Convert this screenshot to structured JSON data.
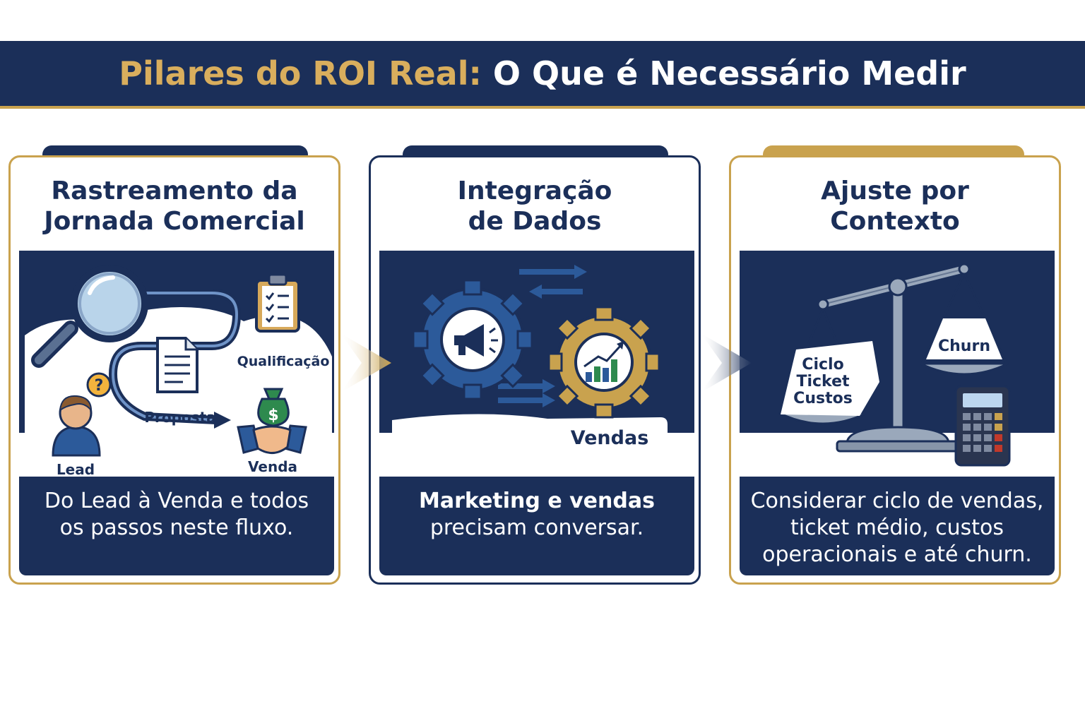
{
  "header": {
    "title_highlight": "Pilares do ROI Real:",
    "title_rest": " O Que é Necessário Medir"
  },
  "colors": {
    "navy": "#1b2f59",
    "gold": "#c9a24e",
    "blue": "#2c5a9a",
    "white": "#ffffff"
  },
  "pillars": [
    {
      "title_lines": [
        "Rastreamento da",
        "Jornada Comercial"
      ],
      "labels": {
        "qualificacao": "Qualificação",
        "proposta": "Proposta",
        "lead": "Lead",
        "venda": "Venda"
      },
      "icons": [
        "magnifier-icon",
        "clipboard-icon",
        "document-icon",
        "person-question-icon",
        "money-bag-icon",
        "handshake-icon"
      ],
      "description_lines": [
        "Do Lead à Venda e todos",
        "os passos neste fluxo."
      ]
    },
    {
      "title_lines": [
        "Integração",
        "de Dados"
      ],
      "labels": {
        "marketing": "Marketing",
        "vendas": "Vendas"
      },
      "icons": [
        "megaphone-gear-icon",
        "chart-gear-icon",
        "exchange-arrows-icon"
      ],
      "description_lines": [
        "Marketing e vendas",
        "precisam conversar."
      ]
    },
    {
      "title_lines": [
        "Ajuste por",
        "Contexto"
      ],
      "labels": {
        "left_pan": [
          "Ciclo",
          "Ticket",
          "Custos"
        ],
        "right_pan": "Churn"
      },
      "icons": [
        "balance-scale-icon",
        "calculator-icon"
      ],
      "description_lines": [
        "Considerar ciclo de vendas,",
        "ticket médio, custos",
        "operacionais e até churn."
      ]
    }
  ]
}
